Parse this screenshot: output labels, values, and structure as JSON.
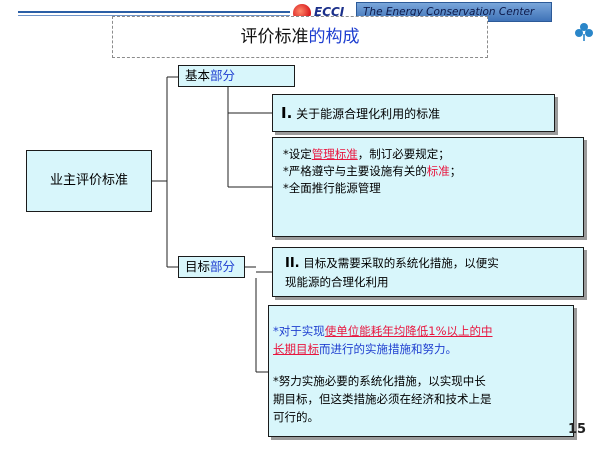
{
  "header": {
    "logo_text": "ECCJ",
    "org_name": "The Energy Conservation Center Japan",
    "logo_icon": "eccj-logo-icon",
    "corner_icon": "clover-icon"
  },
  "title": {
    "prefix": "评价标准",
    "accent": "的构成"
  },
  "main_node": {
    "label": "业主评价标准"
  },
  "basic": {
    "tag_prefix": "基本",
    "tag_accent": "部分"
  },
  "target": {
    "tag_prefix": "目标",
    "tag_accent": "部分"
  },
  "section_one": {
    "roman": "I.",
    "text": " 关于能源合理化利用的标准"
  },
  "section_one_detail": {
    "item1_pre": "*设定",
    "item1_red": "管理标准",
    "item1_post": "，制订必要规定；",
    "item2_pre": "*严格遵守与主要设施有关的",
    "item2_red": "标准",
    "item2_post": "；",
    "item3": "*全面推行能源管理"
  },
  "section_two": {
    "roman": "II.",
    "text_line1": " 目标及需要采取的系统化措施，以便实",
    "text_line2": "现能源的合理化利用"
  },
  "section_two_detail": {
    "p1_a": "*对于实现",
    "p1_red1": "使单位能耗",
    "p1_red2": "年均降低1%以上的中",
    "p1_red3": "长期目标",
    "p1_blue": "而进行的实施措施和努力",
    "p1_end": "。",
    "p2_line1": "*努力实施必要的系统化措施，以实现中长",
    "p2_line2": "期目标，但这类措施必须在经济和技术上是",
    "p2_line3": "可行的。"
  },
  "page_number": "15"
}
